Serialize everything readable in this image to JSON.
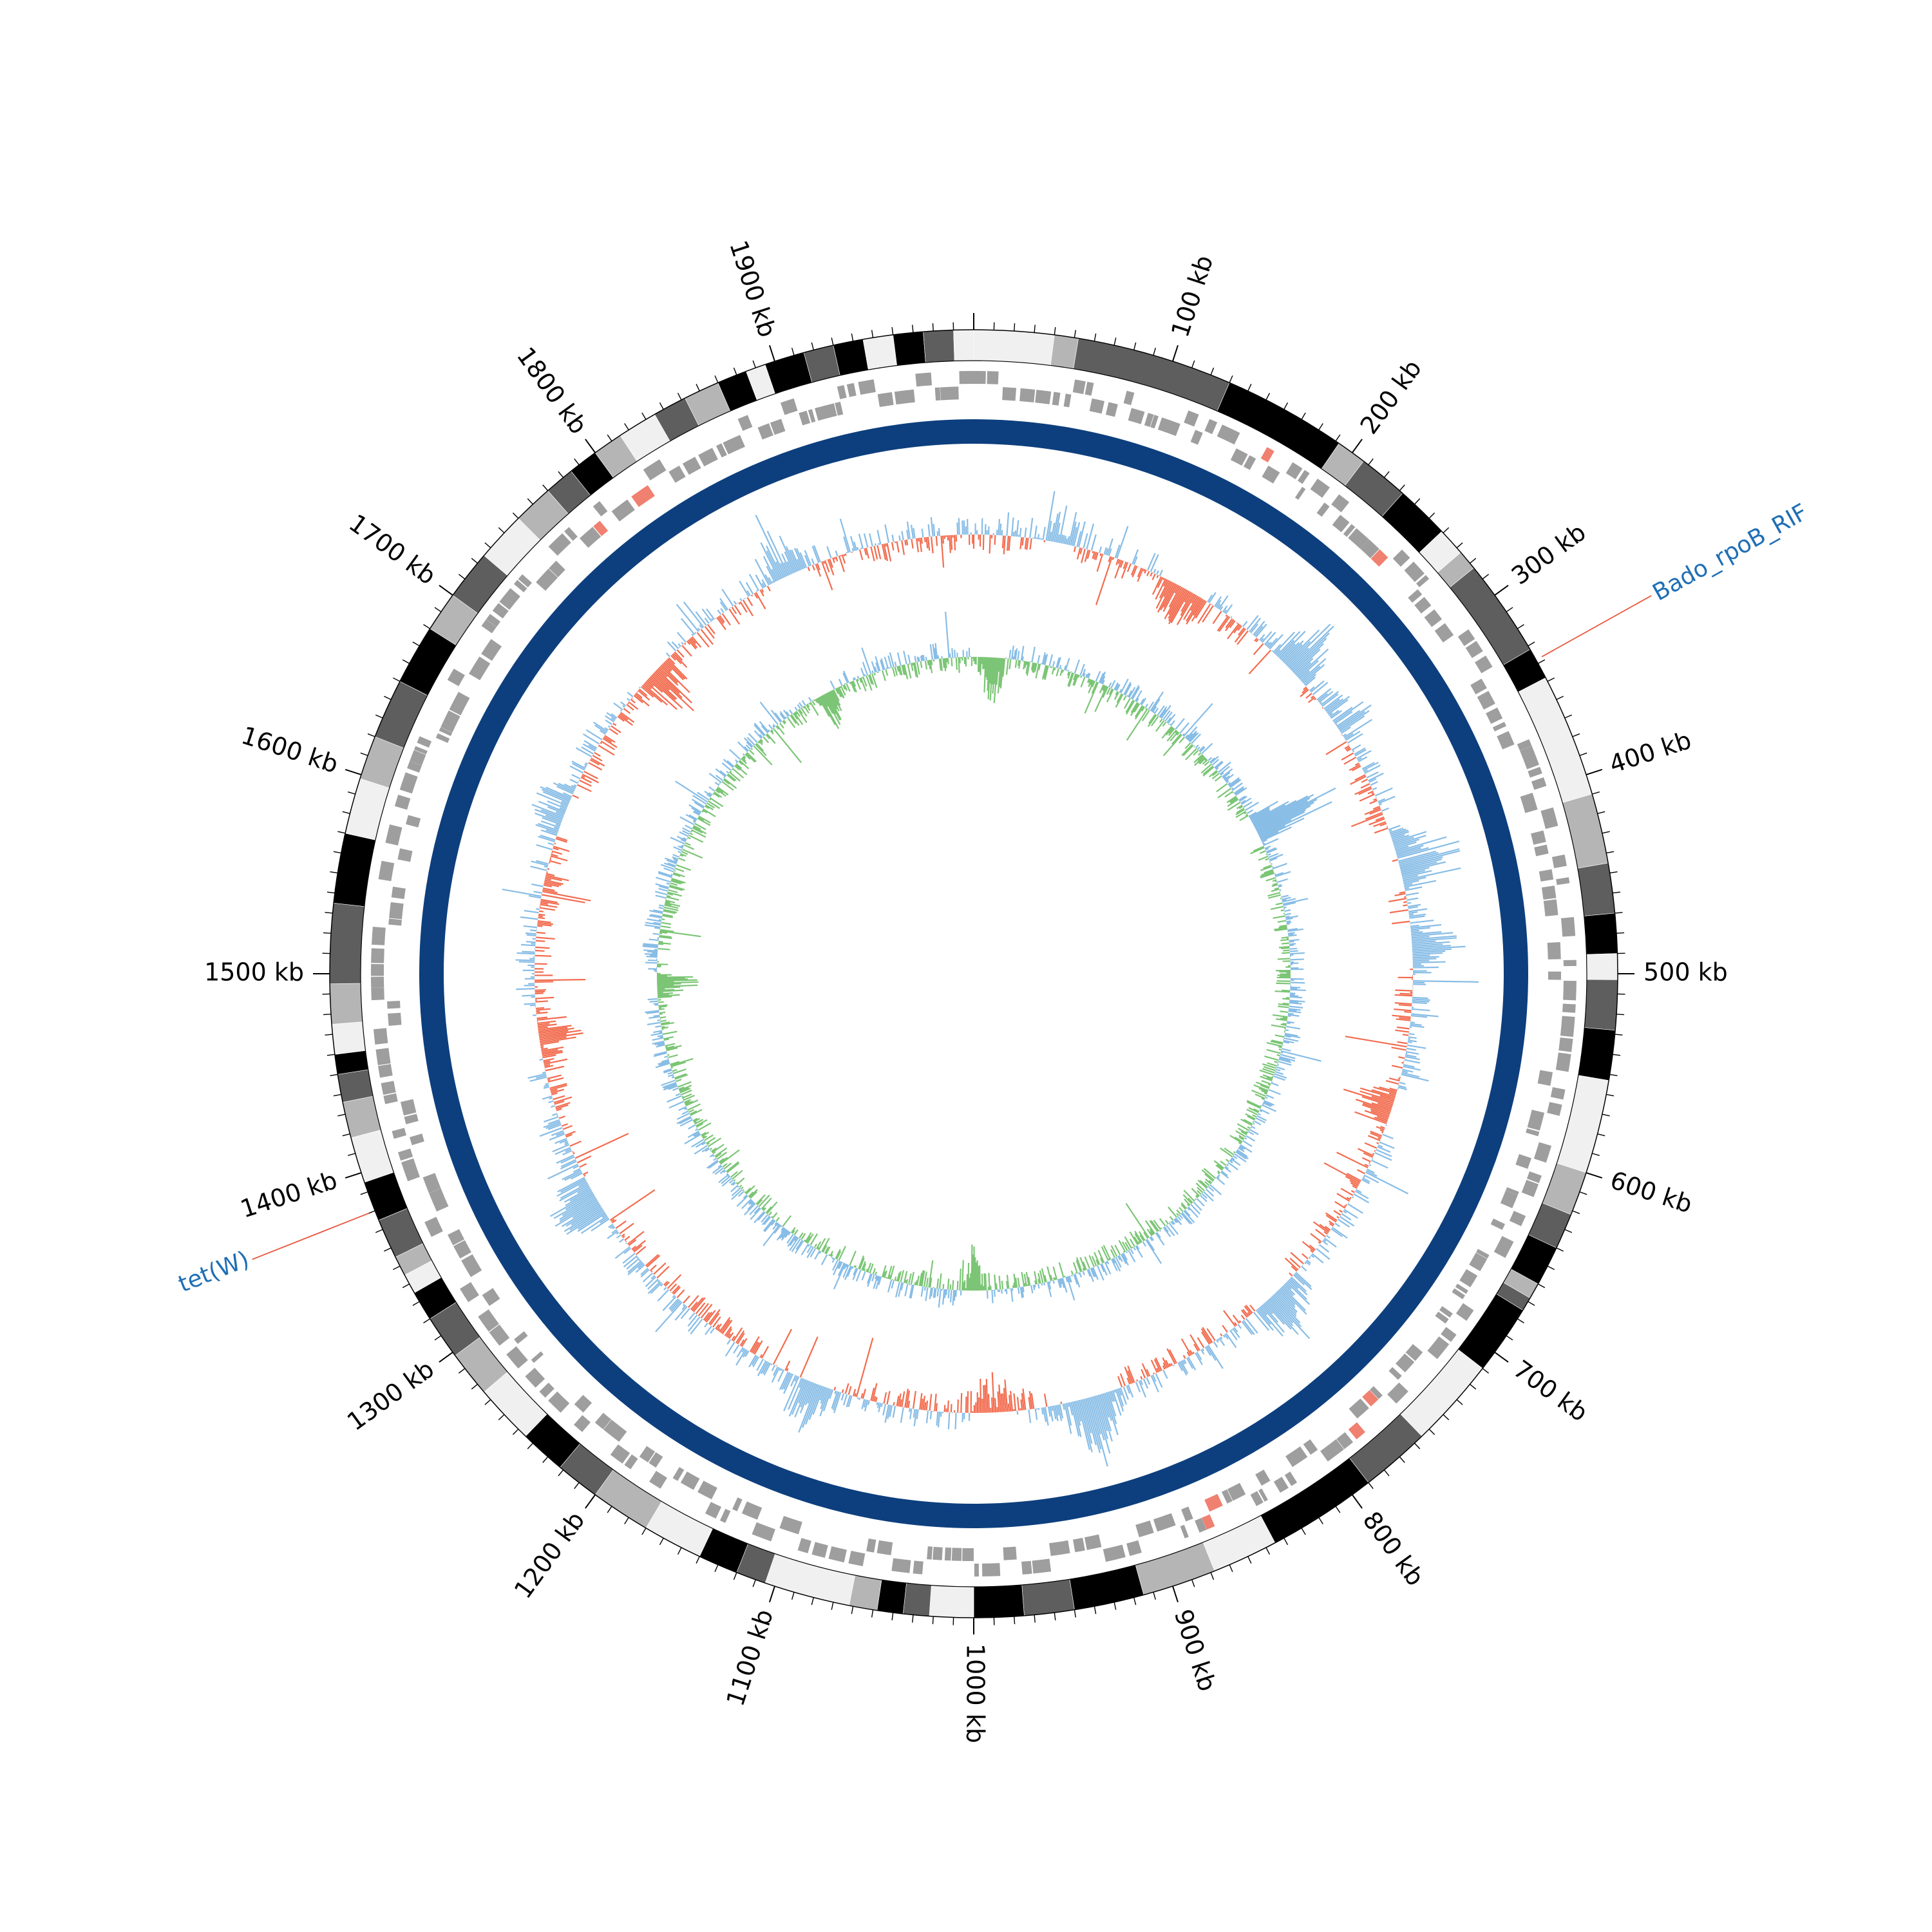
{
  "genome_map": {
    "total_kb": 2000,
    "tick_unit": "kb",
    "major_tick_labels": [
      {
        "kb": 100,
        "text": "100 kb"
      },
      {
        "kb": 200,
        "text": "200 kb"
      },
      {
        "kb": 300,
        "text": "300 kb"
      },
      {
        "kb": 400,
        "text": "400 kb"
      },
      {
        "kb": 500,
        "text": "500 kb"
      },
      {
        "kb": 600,
        "text": "600 kb"
      },
      {
        "kb": 700,
        "text": "700 kb"
      },
      {
        "kb": 800,
        "text": "800 kb"
      },
      {
        "kb": 900,
        "text": "900 kb"
      },
      {
        "kb": 1000,
        "text": "1000 kb"
      },
      {
        "kb": 1100,
        "text": "1100 kb"
      },
      {
        "kb": 1200,
        "text": "1200 kb"
      },
      {
        "kb": 1300,
        "text": "1300 kb"
      },
      {
        "kb": 1400,
        "text": "1400 kb"
      },
      {
        "kb": 1500,
        "text": "1500 kb"
      },
      {
        "kb": 1600,
        "text": "1600 kb"
      },
      {
        "kb": 1700,
        "text": "1700 kb"
      },
      {
        "kb": 1800,
        "text": "1800 kb"
      },
      {
        "kb": 1900,
        "text": "1900 kb"
      }
    ],
    "annotations": [
      {
        "name": "Bado_rpoB_RIF",
        "text": "Bado_rpoB_RIF",
        "kb": 338,
        "color": "#1f6fb4",
        "line_color": "#e8563a"
      },
      {
        "name": "tet(W)",
        "text": "tet(W)",
        "kb": 1380,
        "color": "#1f6fb4",
        "line_color": "#e8563a"
      }
    ],
    "colors": {
      "contig_shades": [
        "#000000",
        "#5e5e5e",
        "#b5b5b5",
        "#f0f0f0"
      ],
      "gene_features": "#9e9e9e",
      "gene_highlight": "#f08070",
      "reference_ring": "#0d3f7e",
      "gc_content_positive": "#88bde6",
      "gc_content_negative": "#f26c4f",
      "gc_skew_positive": "#88bde6",
      "gc_skew_negative": "#7cc576"
    }
  }
}
